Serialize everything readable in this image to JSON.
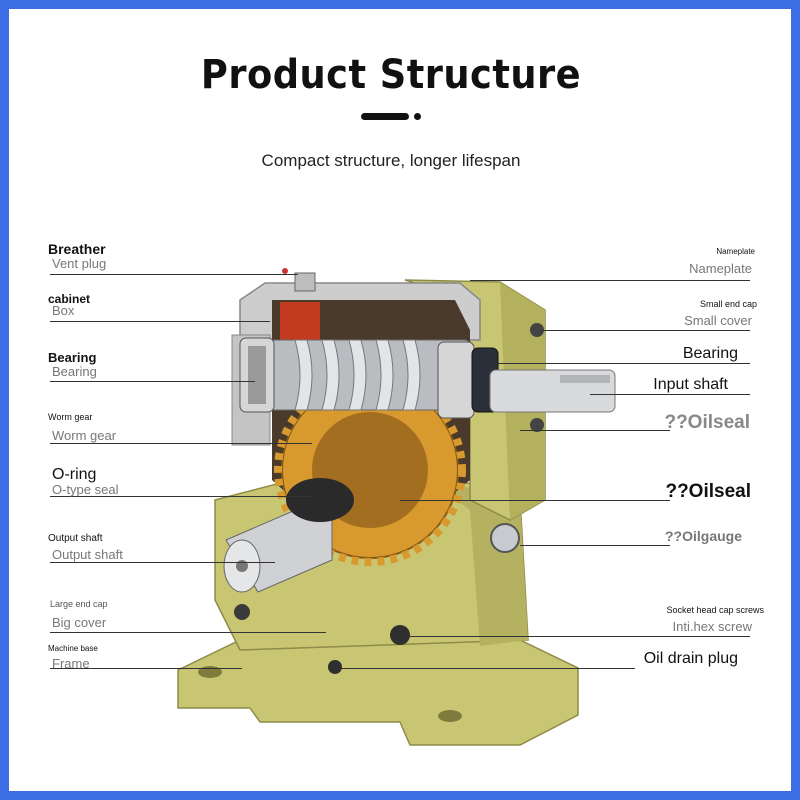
{
  "header": {
    "title": "Product Structure",
    "subtitle": "Compact structure, longer lifespan"
  },
  "labels_left": [
    {
      "primary": "Breather",
      "secondary": "Vent plug"
    },
    {
      "primary": "cabinet",
      "secondary": "Box"
    },
    {
      "primary": "Bearing",
      "secondary": "Bearing"
    },
    {
      "primary": "Worm gear",
      "secondary": "Worm gear"
    },
    {
      "primary": "O-ring",
      "secondary": "O-type seal"
    },
    {
      "primary": "Output shaft",
      "secondary": "Output shaft"
    },
    {
      "primary": "Large end cap",
      "secondary": "Big cover"
    },
    {
      "primary": "Machine base",
      "secondary": "Frame"
    }
  ],
  "labels_right": [
    {
      "primary": "Nameplate",
      "secondary": "Nameplate"
    },
    {
      "primary": "Small end cap",
      "secondary": "Small cover"
    },
    {
      "primary": "Bearing",
      "secondary": ""
    },
    {
      "primary": "Input shaft",
      "secondary": ""
    },
    {
      "primary": "??Oilseal",
      "secondary": ""
    },
    {
      "primary": "??Oilseal",
      "secondary": ""
    },
    {
      "primary": "??Oilgauge",
      "secondary": ""
    },
    {
      "primary": "Socket head cap screws",
      "secondary": "Inti.hex screw"
    },
    {
      "primary": "Oil drain plug",
      "secondary": ""
    }
  ],
  "colors": {
    "frame_border": "#3b6fe3",
    "housing": "#c9c673",
    "housing_dark": "#9e9b52",
    "cover": "#c9c9c9",
    "oil_cavity": "#4a3a2c",
    "gear": "#d89a2e",
    "worm": "#b9bcc0",
    "shaft": "#d8dadc"
  }
}
